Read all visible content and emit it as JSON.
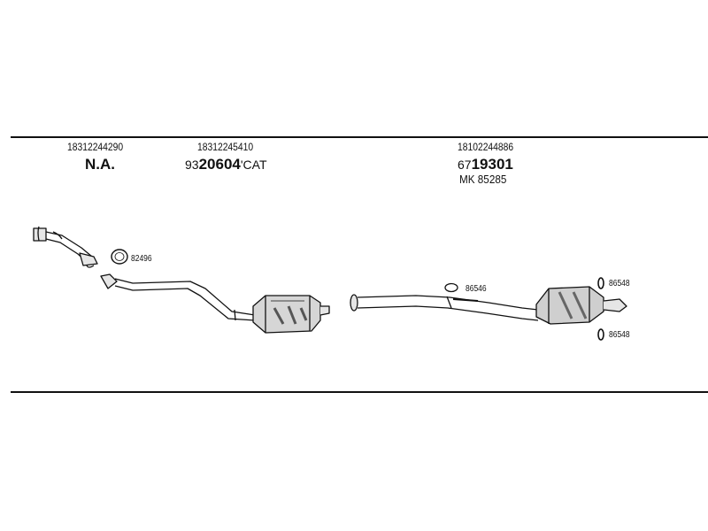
{
  "columns": {
    "left": {
      "part_number": "18312244290",
      "status": "N.A."
    },
    "center": {
      "part_number": "18312245410",
      "ref_prefix": "93",
      "ref_main": "20604",
      "ref_suffix": "'CAT"
    },
    "right": {
      "part_number": "18102244886",
      "ref_prefix": "67",
      "ref_main": "19301",
      "kit": "MK  85285"
    }
  },
  "callouts": {
    "gasket_front": "82496",
    "clamp_middle": "86546",
    "ring_upper": "86548",
    "ring_lower": "86548"
  },
  "colors": {
    "line": "#111111",
    "fill_light": "#e6e6e6",
    "fill_mid": "#bdbdbd",
    "fill_dark": "#8a8a8a"
  },
  "icons": [
    "front-pipe-icon",
    "gasket-ring-icon",
    "catalytic-converter-icon",
    "intermediate-pipe-icon",
    "clamp-icon",
    "rear-silencer-icon",
    "rubber-ring-icon"
  ]
}
